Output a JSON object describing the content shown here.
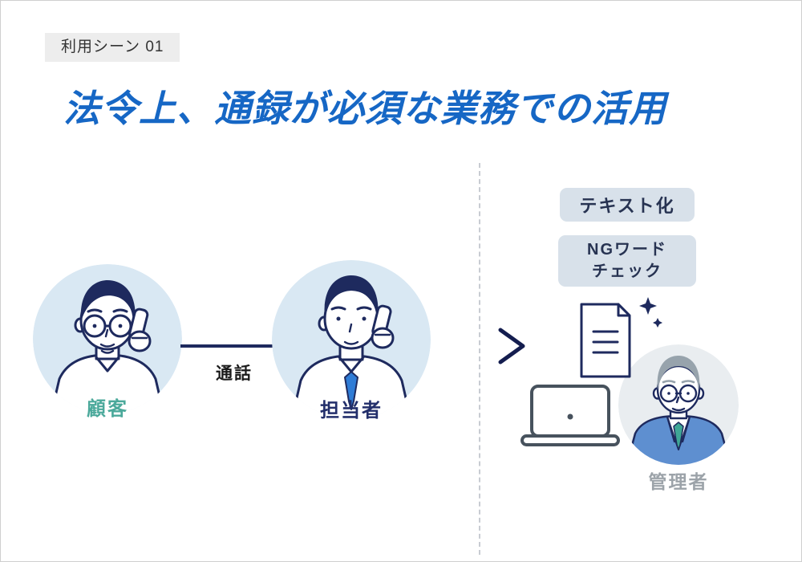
{
  "scene": {
    "badge": "利用シーン 01"
  },
  "title": "法令上、通録が必須な業務での活用",
  "flow": {
    "customer_label": "顧客",
    "call_label": "通話",
    "staff_label": "担当者"
  },
  "analysis": {
    "badge_textize": "テキスト化",
    "badge_ngcheck": "NGワード\nチェック",
    "manager_label": "管理者"
  },
  "colors": {
    "scene_badge_bg": "#ededed",
    "scene_badge_text": "#333333",
    "title_blue": "#1667c5",
    "customer_teal": "#4ba99b",
    "staff_navy": "#232f6b",
    "manager_gray": "#9ca3a9",
    "call_text": "#1a1a1a",
    "circle_bg": "#d9e8f3",
    "manager_circle_bg": "#e9edf0",
    "badge_bg": "#d8e1ea",
    "badge_text": "#273352",
    "line_navy": "#1e2a5e",
    "tie_blue": "#2f7cd6",
    "tie_teal": "#3fa796",
    "jacket_blue": "#5e8fd0",
    "hair_gray": "#97a3ac",
    "laptop_gray": "#47525d",
    "arrow_start": "#5f85c4",
    "arrow_end": "#141d4f"
  }
}
